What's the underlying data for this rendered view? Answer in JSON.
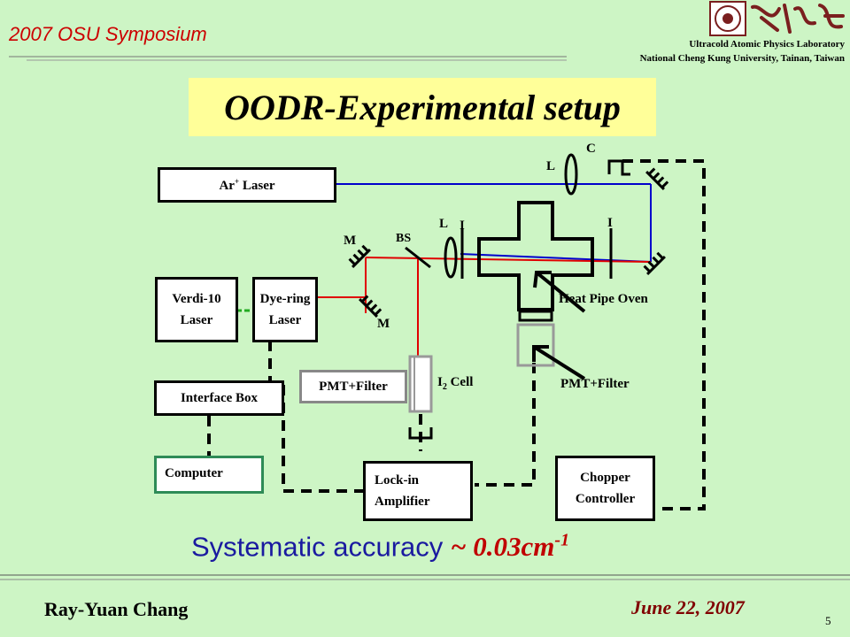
{
  "header": {
    "conference": "2007 OSU Symposium",
    "lab_line1": "Ultracold Atomic Physics Laboratory",
    "lab_line2": "National Cheng Kung University, Tainan, Taiwan"
  },
  "title": "OODR-Experimental setup",
  "boxes": {
    "ar_laser": "Ar",
    "ar_laser_sup": "+",
    "ar_laser_rest": " Laser",
    "verdi_line1": "Verdi-10",
    "verdi_line2": "Laser",
    "dye_line1": "Dye-ring",
    "dye_line2": "Laser",
    "interface": "Interface Box",
    "pmt_left": "PMT+Filter",
    "computer": "Computer",
    "lockin_line1": "Lock-in",
    "lockin_line2": "Amplifier",
    "chopper_line1": "Chopper",
    "chopper_line2": "Controller"
  },
  "labels": {
    "c": "C",
    "l_top": "L",
    "l_mid": "L",
    "i_left": "I",
    "i_right": "I",
    "m_top": "M",
    "m_bottom": "M",
    "bs": "BS",
    "heat_pipe": "Heat Pipe Oven",
    "i2_main": "I",
    "i2_sub": "2",
    "i2_rest": " Cell",
    "pmt_right": "PMT+Filter"
  },
  "accuracy": {
    "text": "Systematic accuracy ",
    "value": "~ 0.03cm",
    "exponent": "-1"
  },
  "footer": {
    "presenter": "Ray-Yuan Chang",
    "date": "June 22, 2007",
    "page": "5"
  },
  "colors": {
    "accent_red": "#cc0000",
    "title_bg": "#ffff99",
    "background": "#cdf5c5",
    "blue_beam": "#0000cc",
    "red_beam": "#e00000"
  }
}
